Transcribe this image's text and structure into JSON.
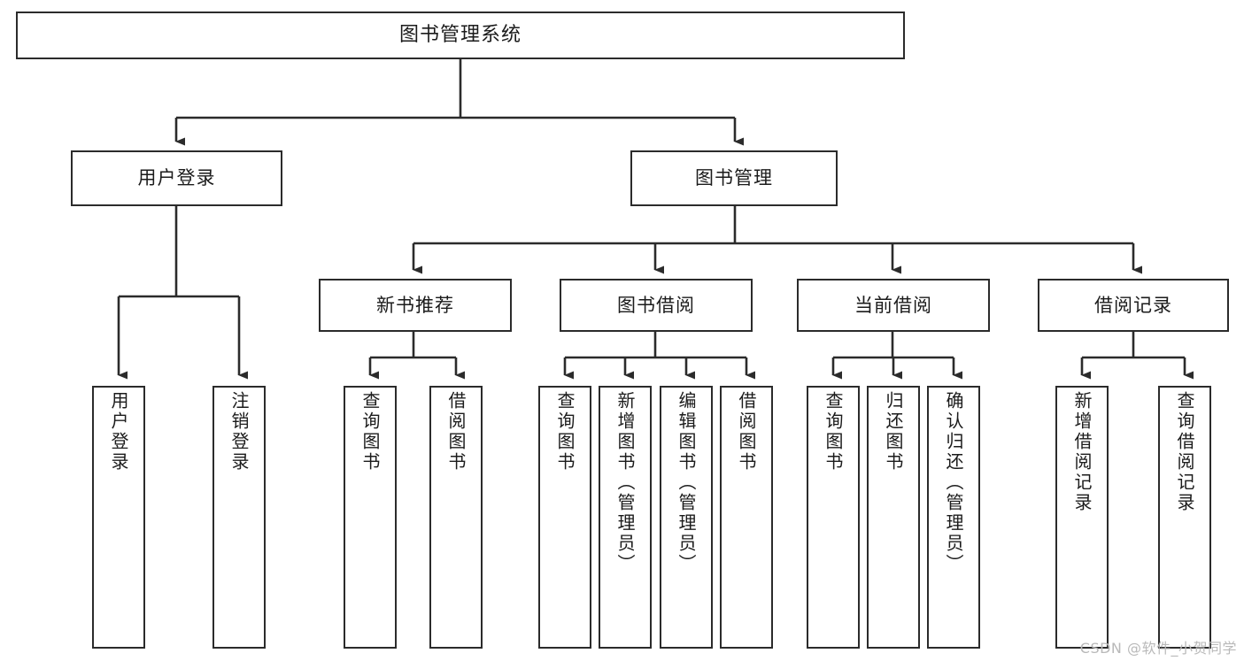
{
  "diagram": {
    "title": "图书管理系统",
    "type": "tree-hierarchy-chart",
    "watermark": "CSDN @软件_小贺同学",
    "colors": {
      "stroke": "#2b2b2b",
      "fill": "#ffffff",
      "text": "#1b1b1b",
      "watermark": "#b9b9b9"
    }
  },
  "nodes": {
    "root": {
      "label": "图书管理系统"
    },
    "level2": [
      {
        "id": "user-login",
        "label": "用户登录"
      },
      {
        "id": "book-manage",
        "label": "图书管理"
      }
    ],
    "level3": [
      {
        "id": "new-book-recommend",
        "label": "新书推荐"
      },
      {
        "id": "book-borrow",
        "label": "图书借阅"
      },
      {
        "id": "current-borrow",
        "label": "当前借阅"
      },
      {
        "id": "borrow-record",
        "label": "借阅记录"
      }
    ],
    "leaves": {
      "user_login": [
        {
          "id": "leaf-user-login",
          "label": "用户登录"
        },
        {
          "id": "leaf-logout-login",
          "label": "注销登录"
        }
      ],
      "new_book_recommend": [
        {
          "id": "leaf-query-book-1",
          "label": "查询图书"
        },
        {
          "id": "leaf-borrow-book-1",
          "label": "借阅图书"
        }
      ],
      "book_borrow": [
        {
          "id": "leaf-query-book-2",
          "label": "查询图书"
        },
        {
          "id": "leaf-add-book",
          "label": "新增图书（管理员）"
        },
        {
          "id": "leaf-edit-book",
          "label": "编辑图书（管理员）"
        },
        {
          "id": "leaf-borrow-book-2",
          "label": "借阅图书"
        }
      ],
      "current_borrow": [
        {
          "id": "leaf-query-book-3",
          "label": "查询图书"
        },
        {
          "id": "leaf-return-book",
          "label": "归还图书"
        },
        {
          "id": "leaf-confirm-return",
          "label": "确认归还（管理员）"
        }
      ],
      "borrow_record": [
        {
          "id": "leaf-add-record",
          "label": "新增借阅记录"
        },
        {
          "id": "leaf-query-record",
          "label": "查询借阅记录"
        }
      ]
    }
  }
}
